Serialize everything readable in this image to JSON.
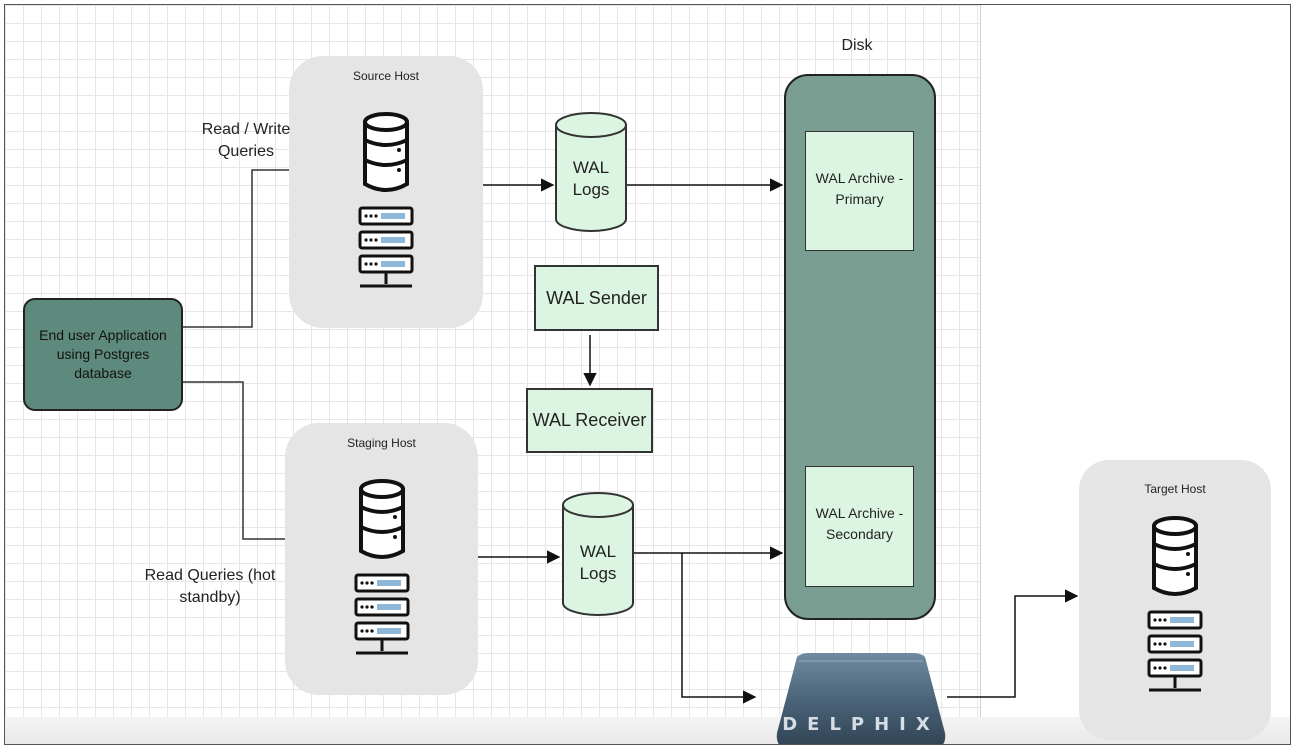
{
  "diagram": {
    "disk_title": "Disk",
    "source_host": {
      "label": "Source Host",
      "icons": [
        "database-icon",
        "server-rack-icon"
      ]
    },
    "staging_host": {
      "label": "Staging  Host",
      "icons": [
        "database-icon",
        "server-rack-icon"
      ]
    },
    "target_host": {
      "label": "Target Host",
      "icons": [
        "database-icon",
        "server-rack-icon"
      ]
    },
    "app": {
      "line1": "End user Application",
      "line2": "using Postgres database"
    },
    "rw_queries": {
      "line1": "Read / Write",
      "line2": "Queries"
    },
    "read_queries": {
      "line1": "Read Queries (hot",
      "line2": "standby)"
    },
    "wal_logs_top": {
      "line1": "WAL",
      "line2": "Logs"
    },
    "wal_logs_bottom": {
      "line1": "WAL",
      "line2": "Logs"
    },
    "wal_sender": "WAL Sender",
    "wal_receiver": "WAL Receiver",
    "archive_primary": {
      "line1": "WAL Archive -",
      "line2": "Primary"
    },
    "archive_secondary": {
      "line1": "WAL Archive -",
      "line2": "Secondary"
    },
    "delphix_logo": "DELPHIX",
    "colors": {
      "app_fill": "#5e8a7d",
      "disk_fill": "#7a9e92",
      "wal_box_fill": "#dcf5e3",
      "host_fill": "#e5e5e5",
      "delphix_fill": "#4a6378"
    }
  }
}
